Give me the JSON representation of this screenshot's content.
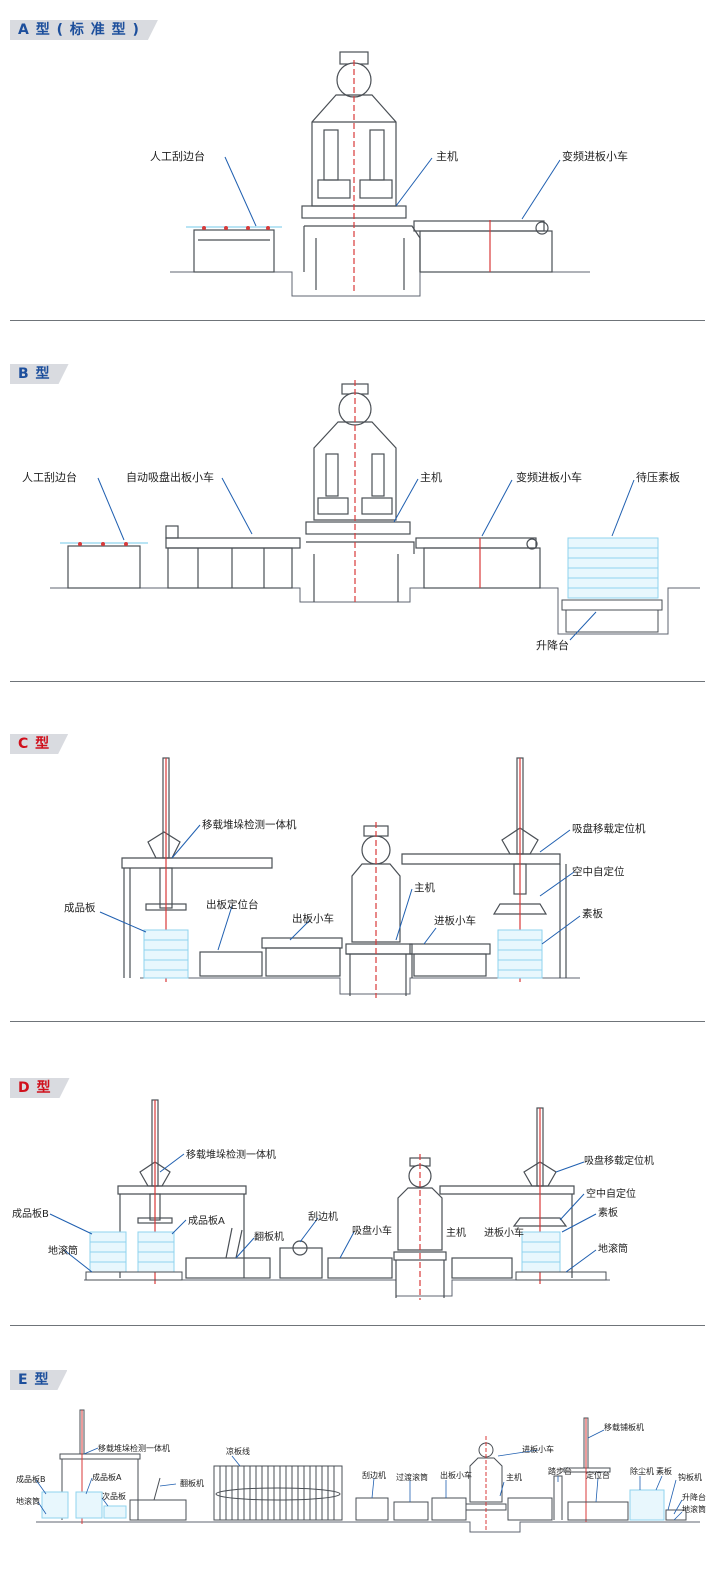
{
  "colors": {
    "frame": "#4a4f55",
    "blue": "#1f5fb0",
    "red": "#d83a3a",
    "grid": "#8fd3ee",
    "ground": "#5f6670",
    "tag_bg": "#d9dbe0"
  },
  "sections": {
    "a": {
      "title": "A 型 ( 标 准 型 )",
      "labels": {
        "manual_edge": "人工刮边台",
        "main": "主机",
        "vf_cart": "变频进板小车"
      }
    },
    "b": {
      "title": "B 型",
      "labels": {
        "manual_edge": "人工刮边台",
        "suction_cart": "自动吸盘出板小车",
        "main": "主机",
        "vf_cart": "变频进板小车",
        "to_press": "待压素板",
        "lift": "升降台"
      }
    },
    "c": {
      "title": "C 型",
      "labels": {
        "stacker": "移载堆垛检测一体机",
        "suction_pos": "吸盘移载定位机",
        "finished": "成品板",
        "outfeed_pos": "出板定位台",
        "outfeed_cart": "出板小车",
        "main": "主机",
        "self_center": "空中自定位",
        "infeed_cart": "进板小车",
        "raw": "素板"
      }
    },
    "d": {
      "title": "D 型",
      "labels": {
        "stacker": "移载堆垛检测一体机",
        "suction_pos": "吸盘移载定位机",
        "finished_b": "成品板B",
        "finished_a": "成品板A",
        "floor_roller_l": "地滚筒",
        "flipper": "翻板机",
        "edger": "刮边机",
        "suction_cart": "吸盘小车",
        "main": "主机",
        "infeed_cart": "进板小车",
        "self_center": "空中自定位",
        "raw": "素板",
        "floor_roller_r": "地滚筒"
      }
    },
    "e": {
      "title": "E 型",
      "labels": {
        "stacker": "移载堆垛检测一体机",
        "cooling": "凉板线",
        "finished_b": "成品板B",
        "finished_a": "成品板A",
        "flipper": "翻板机",
        "floor_roller_l": "地滚筒",
        "sub_board": "次品板",
        "edger": "刮边机",
        "transit_roller": "过渡滚筒",
        "outfeed_cart": "出板小车",
        "main": "主机",
        "infeed_cart": "进板小车",
        "step": "踏步台",
        "positioner": "定位台",
        "transfer": "移载铺板机",
        "duster": "除尘机",
        "raw": "素板",
        "hook": "钩板机",
        "lift": "升降台",
        "floor_roller_r": "地滚筒"
      }
    }
  }
}
